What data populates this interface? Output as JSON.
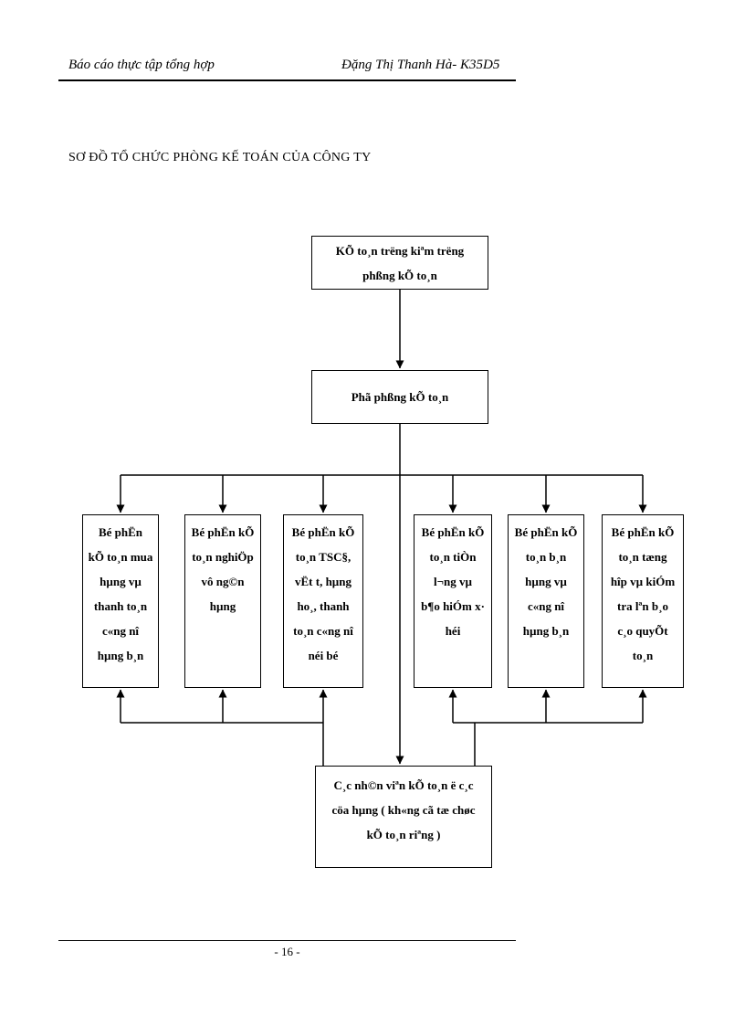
{
  "header": {
    "report_title": "Báo cáo thực tập tổng hợp",
    "author": "Đặng Thị Thanh Hà- K35D5"
  },
  "title": "SƠ ĐỒ TỔ CHỨC PHÒNG KẾ TOÁN CỦA CÔNG TY",
  "diagram": {
    "chief": "KÕ to¸n trëng  kiªm trëng\nphßng kÕ to¸n",
    "deputy": "Phã phßng kÕ to¸n",
    "sections": [
      {
        "label": "Bé phËn\nkÕ to¸n mua\nhµng vµ\nthanh to¸n\nc«ng nî\nhµng b¸n"
      },
      {
        "label": "Bé phËn kÕ\nto¸n nghiÖp\nvô ng©n\nhµng"
      },
      {
        "label": "Bé phËn kÕ\nto¸n TSC§,\nvËt t, hµng\nho¸, thanh\nto¸n c«ng nî\nnéi bé"
      },
      {
        "label": "Bé phËn kÕ\nto¸n tiÒn\nl¬ng vµ\nb¶o hiÓm x·\nhéi"
      },
      {
        "label": "Bé phËn kÕ\nto¸n b¸n\nhµng vµ\nc«ng nî\nhµng b¸n"
      },
      {
        "label": "Bé phËn kÕ\nto¸n tæng\nhîp vµ kiÓm\ntra lªn b¸o\nc¸o quyÕt\nto¸n"
      }
    ],
    "staff": "C¸c nh©n viªn kÕ to¸n ë c¸c\ncöa hµng ( kh«ng cã tæ chøc\nkÕ to¸n riªng )"
  },
  "footer": {
    "page_number": "- 16 -"
  },
  "colors": {
    "line": "#000000",
    "page_bg": "#ffffff"
  }
}
